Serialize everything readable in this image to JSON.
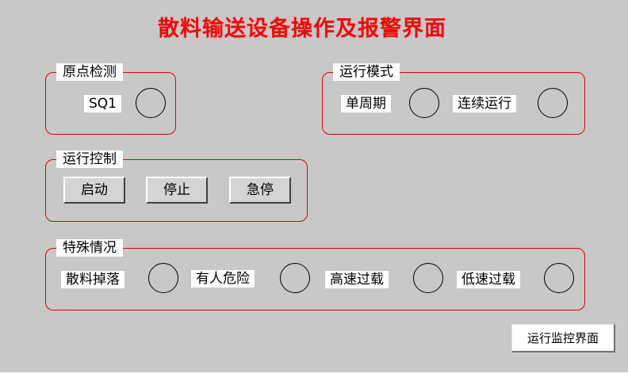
{
  "title": "散料输送设备操作及报警界面",
  "origin_detect": {
    "legend": "原点检测",
    "sensor_label": "SQ1"
  },
  "run_mode": {
    "legend": "运行模式",
    "single_cycle_label": "单周期",
    "continuous_label": "连续运行"
  },
  "run_control": {
    "legend": "运行控制",
    "start_label": "启动",
    "stop_label": "停止",
    "estop_label": "急停"
  },
  "special": {
    "legend": "特殊情况",
    "items": [
      "散料掉落",
      "有人危险",
      "高速过载",
      "低速过载"
    ]
  },
  "nav": {
    "monitor_button": "运行监控界面"
  },
  "colors": {
    "title": "#ff0000",
    "group_border": "#e00000",
    "background": "#c8c8c8"
  }
}
